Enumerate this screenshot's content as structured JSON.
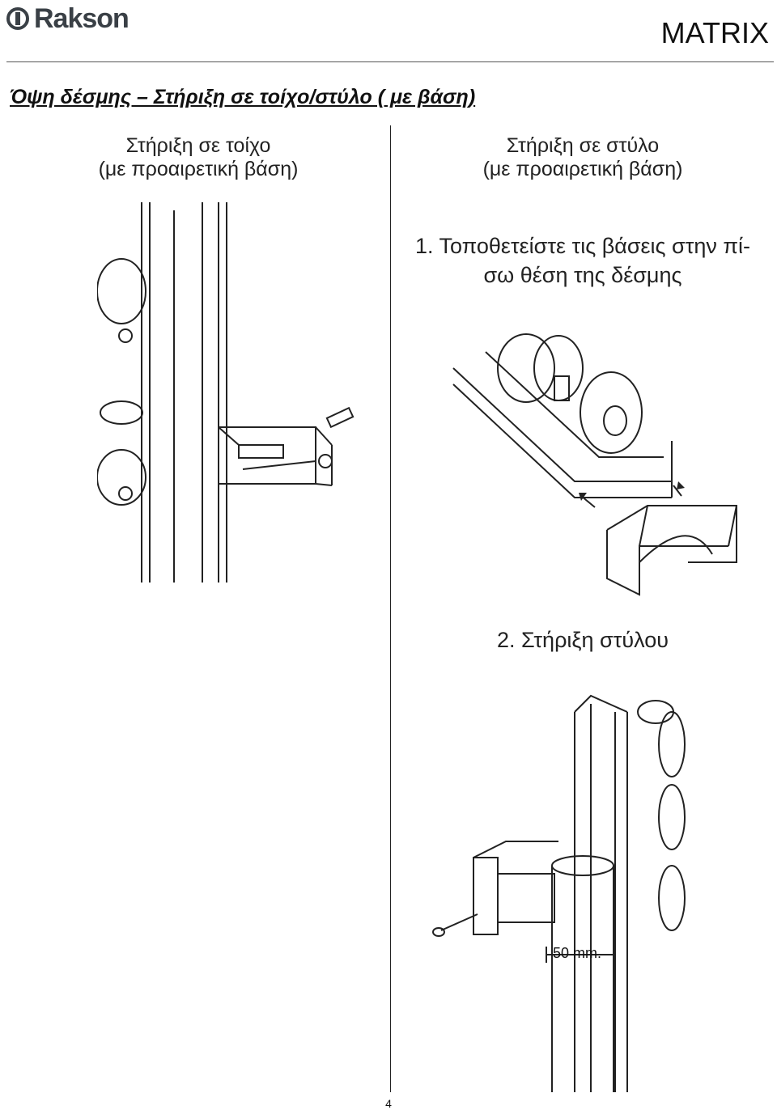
{
  "header": {
    "logo_text": "Rakson",
    "model": "MATRIX"
  },
  "heading": "Όψη δέσμης – Στήριξη σε τοίχο/στύλο ( με βάση)",
  "left_caption": {
    "line1": "Στήριξη σε τοίχο",
    "line2": "(με προαιρετική βάση)"
  },
  "right_caption": {
    "line1": "Στήριξη σε στύλο",
    "line2": "(με προαιρετική βάση)"
  },
  "step1": {
    "line1": "1. Τοποθετείστε τις βάσεις στην πί-",
    "line2": "σω θέση της δέσμης"
  },
  "step2": "2. Στήριξη στύλου",
  "dimension_label": "50 mm.",
  "page_number": "4",
  "colors": {
    "text": "#111111",
    "logo": "#3a4046",
    "line_art": "#222222"
  }
}
